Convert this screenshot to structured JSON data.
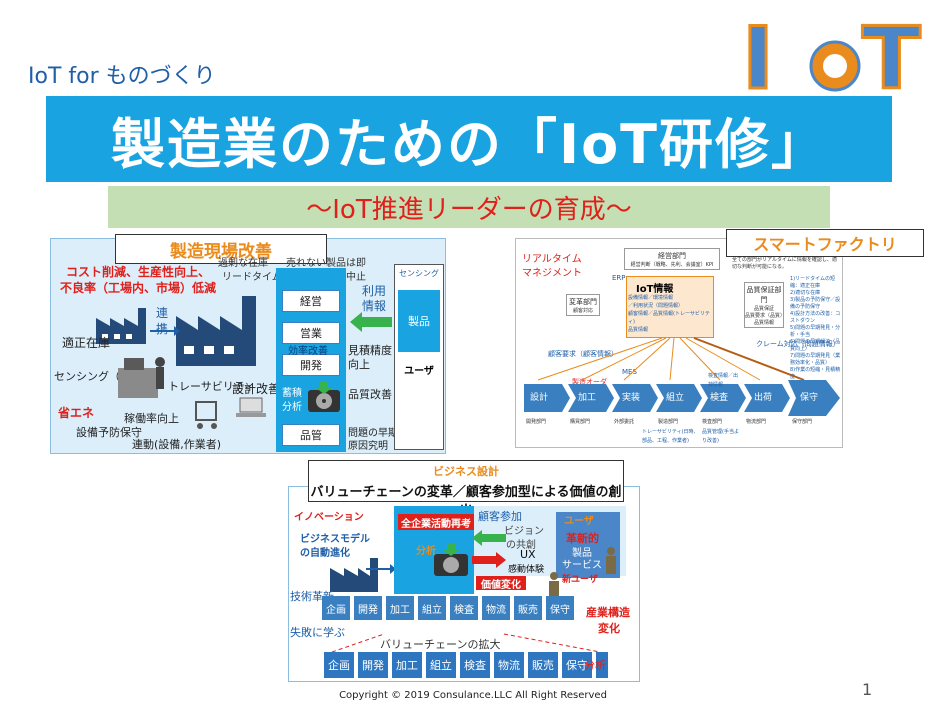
{
  "header": {
    "subtitle": "IoT for ものづくり",
    "logo_text": "IoT",
    "title": "製造業のための「IoT研修」",
    "tagline": "～IoT推進リーダーの育成～"
  },
  "left_diagram": {
    "title": "製造現場改善",
    "red_goal_line1": "コスト削減、生産性向上、",
    "red_goal_line2": "不良率（工場内、市場）低減",
    "top_note1": "過剰な在庫",
    "top_note2": "リードタイム短縮",
    "top_note3": "売れない製品は即",
    "top_note4": "時撤退／生産中止",
    "renkei": "連",
    "renkei2": "携",
    "tekisei": "適正在庫",
    "sensing": "センシング（設備）",
    "traceability": "トレーサビリティ",
    "design_improve": "設計改善",
    "energy": "省エネ",
    "uptime": "稼働率向上",
    "maintenance": "設備予防保守",
    "coordination": "連動(設備,作業者)",
    "col_items": [
      "経営",
      "営業",
      "開発",
      "品管"
    ],
    "col_note1": "効率改善",
    "col_note2": "蓄積",
    "col_note3": "分析",
    "use_info1": "利用",
    "use_info2": "情報",
    "forecast1": "見積精度",
    "forecast2": "向上",
    "quality": "品質改善",
    "early1": "問題の早期",
    "early2": "原因究明",
    "sensing_vertical": "センシング",
    "product": "製品",
    "user": "ユーザ"
  },
  "right_diagram": {
    "title": "スマートファクトリ",
    "realtime1": "リアルタイム",
    "realtime2": "マネジメント",
    "mgmt_dept": "経営部門",
    "mgmt_note": "経営判断（戦略、先利、会議室）KPI",
    "erp": "ERP",
    "iot_info": "IoT情報",
    "iot_lines": [
      "設備情報／環境情報",
      "／利用状況（問題情報）",
      "顧客情報／品質情報(トレーサビリティ)",
      "品質情報"
    ],
    "change_dept": "変革部門",
    "change_note": "顧客対応",
    "qa_dept": "品質保証部門",
    "qa_note1": "品質保証",
    "qa_note2": "品質要求（品質）",
    "qa_note3": "品質情報",
    "right_note": "全ての部門がリアルタイムに情報を確認し、適切な判断が可能になる。",
    "list": [
      "1)リードタイムの短縮：適正在庫",
      "2)適切な在庫",
      "3)製品の予防保守／設備の予防保守",
      "4)設計方法の改善：コストダウン",
      "5)問題の早期発見・分析・手当",
      "6)問題の早期解決（品質向上）",
      "7)問題の早期発見（業務効率化・品質）",
      "8)作業の短縮・見積精度"
    ],
    "claim": "クレーム対応（問題情報）",
    "customer_req": "顧客要求（顧客情報）",
    "mfg_order": "製造オーダ",
    "mes": "MES",
    "chevrons": [
      "設計",
      "加工",
      "実装",
      "組立",
      "検査",
      "出荷",
      "保守"
    ],
    "depts": [
      "開発部門",
      "購買部門",
      "外部委託",
      "製造部門",
      "検査部門",
      "物流部門",
      "保守部門"
    ],
    "trace_note": "トレーサビリティ(日時、部品、工程、作業者)",
    "inspect_note": "検査情報／出荷情報",
    "quality_mgmt": "品質管理(手当より改善)"
  },
  "bottom_diagram": {
    "label": "ビジネス設計",
    "title": "バリューチェーンの変革／顧客参加型による価値の創出",
    "innovation": "イノベーション",
    "bm1": "ビジネスモデル",
    "bm2": "の自動進化",
    "all_company": "全企業活動再考",
    "analysis": "分析",
    "value_change": "価値変化",
    "customer_join": "顧客参加",
    "vision1": "ビジョン",
    "vision2": "の共創",
    "ux": "UX",
    "emotion": "感動体験",
    "user": "ユーザ",
    "innov1": "革新的",
    "innov2": "製品",
    "innov3": "サービス",
    "new_user": "新ユーザ",
    "tech_innovation": "技術革新",
    "process1": [
      "企画",
      "開発",
      "加工",
      "組立",
      "検査",
      "物流",
      "販売",
      "保守"
    ],
    "industry1": "産業構造",
    "industry2": "変化",
    "learn_failure": "失敗に学ぶ",
    "vc_expand": "バリューチェーンの拡大",
    "process2": [
      "企画",
      "開発",
      "加工",
      "組立",
      "検査",
      "物流",
      "販売",
      "保守",
      "分析"
    ]
  },
  "footer": {
    "copyright": "Copyright ©   2019   Consulance.LLC All Right Reserved",
    "page": "1"
  },
  "colors": {
    "banner": "#19a3e0",
    "tagline_bg": "#c5dfb4",
    "tagline_text": "#e0201b",
    "accent_orange": "#e98b1d",
    "blue_dark": "#1f5fa8"
  }
}
